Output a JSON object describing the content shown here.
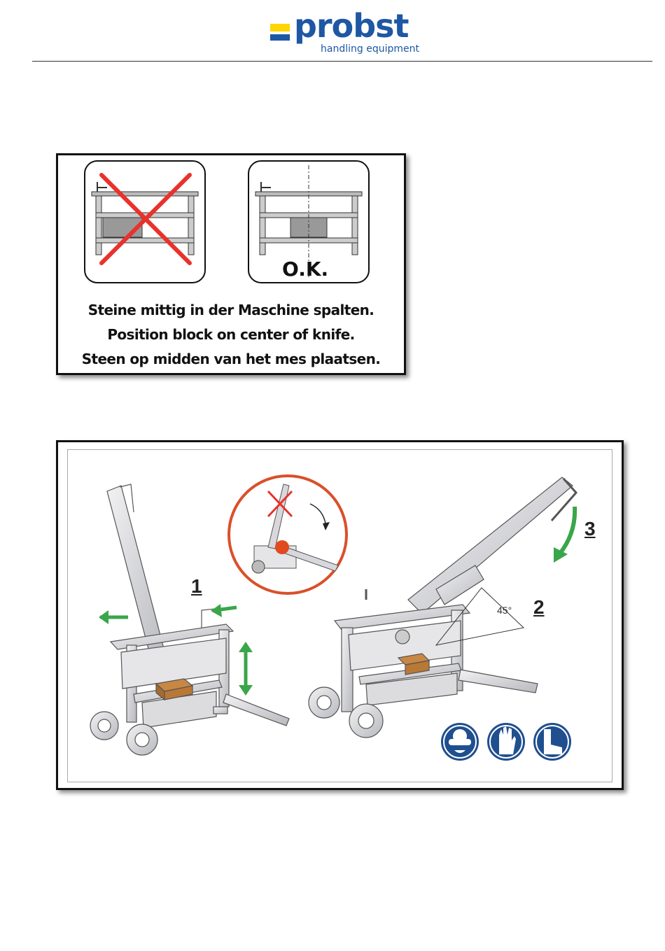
{
  "header": {
    "brand": "probst",
    "tagline": "handling equipment"
  },
  "panel1": {
    "ok_label": "O.K.",
    "captions": [
      "Steine mittig in der Maschine spalten.",
      "Position block on center of knife.",
      "Steen op midden van het mes plaatsen."
    ]
  },
  "panel2": {
    "steps": [
      "1",
      "2",
      "3"
    ],
    "angle_label": "45°",
    "ppe_icons": [
      "safety-goggles-icon",
      "safety-gloves-icon",
      "safety-boots-icon"
    ]
  },
  "colors": {
    "brand_blue": "#1e57a4",
    "brand_yellow": "#ffd400",
    "cross_red": "#e8322b",
    "arrow_green": "#3aa64a",
    "ppe_blue": "#1f4f8f",
    "circle_orange": "#d9502b"
  }
}
